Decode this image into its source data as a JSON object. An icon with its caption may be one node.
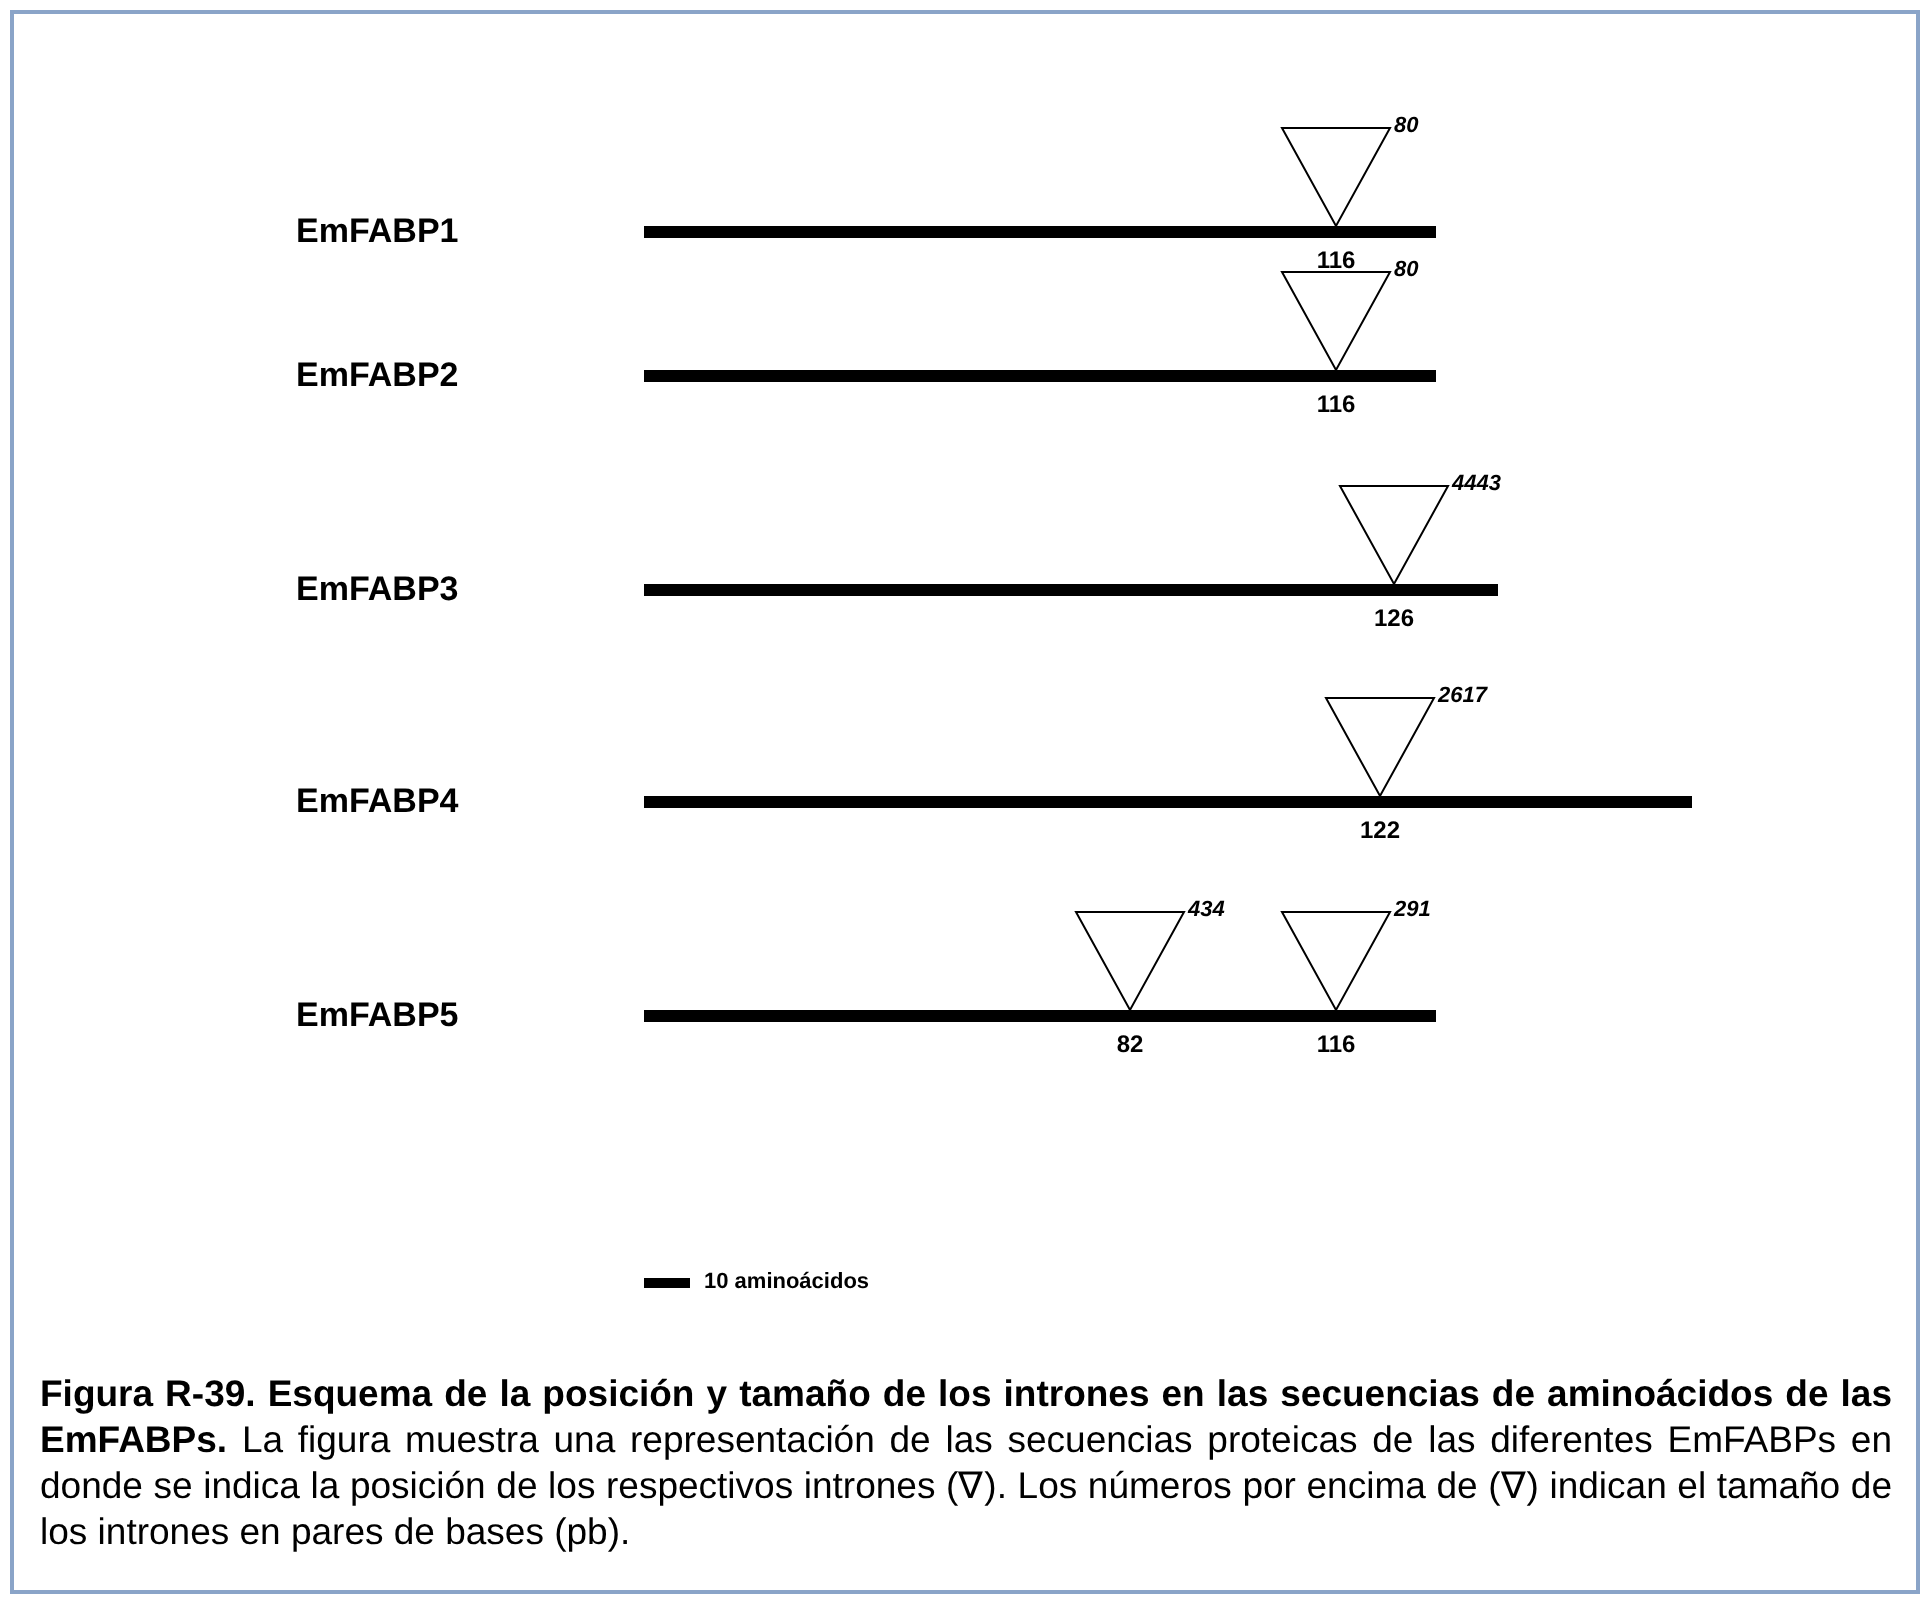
{
  "diagram": {
    "caption": "**Figura R-39. Esquema de la posición y tamaño de los intrones en las secuencias de aminoácidos de las EmFABPs.** La figura muestra una representación de las secuencias proteicas de las diferentes EmFABPs en donde se indica la posición de los respectivos intrones (∇). Los números por encima de (∇) indican el tamaño de los intrones en pares de bases (pb).",
    "labels": [
      "80",
      "EmFABP1",
      "116",
      "80",
      "EmFABP2",
      "116",
      "4443",
      "EmFABP3",
      "126",
      "2617",
      "EmFABP4",
      "122",
      "434",
      "291",
      "EmFABP5",
      "82",
      "116",
      "10 aminoácidos"
    ]
  }
}
